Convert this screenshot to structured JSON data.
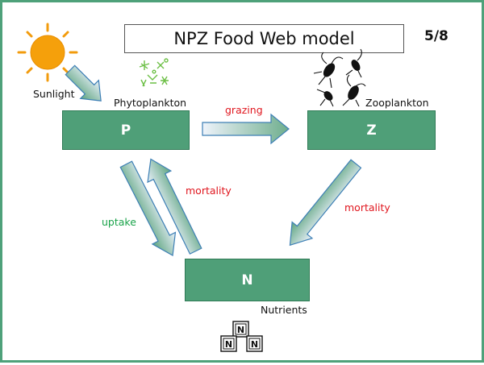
{
  "title": "NPZ Food Web model",
  "slide_number": "5/8",
  "nodes": {
    "phytoplankton": {
      "letter": "P",
      "caption": "Phytoplankton"
    },
    "zooplankton": {
      "letter": "Z",
      "caption": "Zooplankton"
    },
    "nutrients": {
      "letter": "N",
      "caption": "Nutrients"
    }
  },
  "labels": {
    "sunlight": "Sunlight",
    "grazing": "grazing",
    "mortality_p": "mortality",
    "mortality_z": "mortality",
    "uptake": "uptake"
  },
  "nutrient_blocks": [
    "N",
    "N",
    "N"
  ],
  "colors": {
    "node_fill": "#4f9f78",
    "border": "#4ea17a",
    "flow_red": "#e0161e",
    "flow_green": "#1aa34a"
  }
}
